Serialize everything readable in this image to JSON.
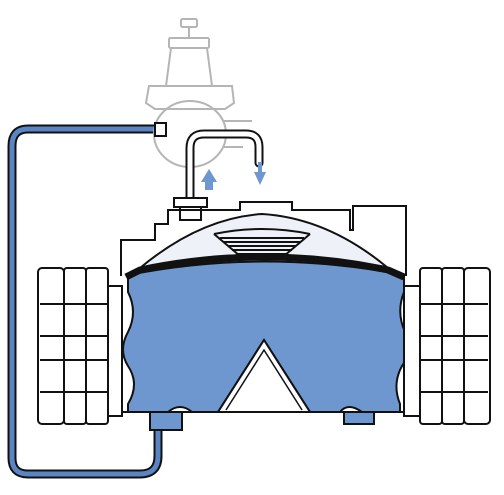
{
  "colors": {
    "water": "#6f97cf",
    "pipe": "#5a84c4",
    "outline": "#111111",
    "pilot_outline": "#b5b5b5",
    "diaphragm": "#111111",
    "bonnet_fill": "#eef2f8",
    "background": "#ffffff"
  },
  "components": {
    "pilot_valve": "pressure-pilot",
    "flow_arrows": [
      "arrow-up",
      "arrow-down"
    ],
    "flanges": [
      "left-flange",
      "right-flange"
    ]
  }
}
